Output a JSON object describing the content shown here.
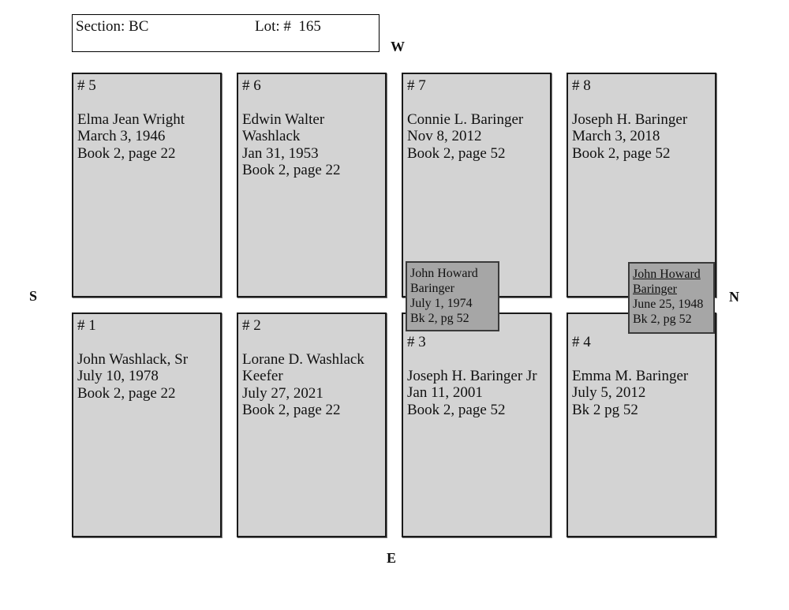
{
  "header": {
    "section": "Section: BC",
    "lot": "Lot: #  165"
  },
  "compass": {
    "w": "W",
    "e": "E",
    "s": "S",
    "n": "N"
  },
  "plots": [
    {
      "number": "# 5",
      "lines": [
        "Elma Jean Wright",
        "March 3, 1946",
        "Book 2, page 22"
      ]
    },
    {
      "number": "# 6",
      "lines": [
        "Edwin Walter",
        "Washlack",
        "Jan 31, 1953",
        "Book 2, page 22"
      ]
    },
    {
      "number": "# 7",
      "lines": [
        "Connie L. Baringer",
        "Nov 8, 2012",
        "Book 2, page 52"
      ]
    },
    {
      "number": "# 8",
      "lines": [
        "Joseph H. Baringer",
        "March 3, 2018",
        "Book 2, page 52"
      ]
    },
    {
      "number": "# 1",
      "lines": [
        "John Washlack, Sr",
        "July 10, 1978",
        "Book 2, page 22"
      ]
    },
    {
      "number": "# 2",
      "lines": [
        "Lorane D. Washlack",
        "Keefer",
        "July 27, 2021",
        "Book 2, page 22"
      ]
    },
    {
      "number": "# 3",
      "lines": [
        "Joseph H. Baringer Jr",
        "Jan 11, 2001",
        "Book 2, page 52"
      ]
    },
    {
      "number": "# 4",
      "lines": [
        "Emma M. Baringer",
        "July 5, 2012",
        "Bk 2 pg 52"
      ]
    }
  ],
  "notes": [
    {
      "lines": [
        "John Howard",
        "Baringer",
        "July 1, 1974",
        "Bk 2, pg 52"
      ]
    },
    {
      "lines": [
        "John Howard",
        "Baringer",
        "June 25, 1948",
        "Bk 2, pg 52"
      ]
    }
  ]
}
